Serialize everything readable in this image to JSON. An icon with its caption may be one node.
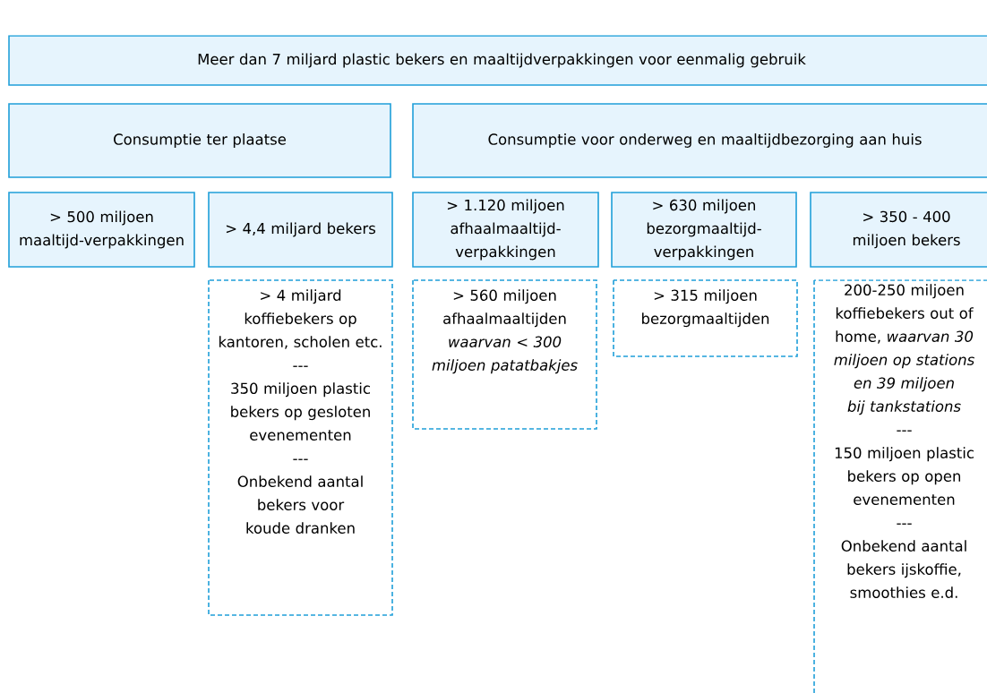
{
  "diagram": {
    "nodes": [
      {
        "text": [
          "Meer dan 7 miljard plastic bekers en maaltijdverpakkingen voor eenmalig gebruik"
        ]
      },
      {
        "text": [
          "Consumptie ter plaatse"
        ]
      },
      {
        "text": [
          "Consumptie voor onderweg en maaltijdbezorging aan huis"
        ]
      },
      {
        "text": [
          "> 500 miljoen maaltijd-verpakkingen"
        ]
      },
      {
        "text": [
          "> 4,4 miljard bekers"
        ]
      },
      {
        "text": [
          "> 1.120 miljoen afhaalmaaltijd-verpakkingen"
        ]
      },
      {
        "text": [
          "> 630 miljoen bezorgmaaltijd-verpakkingen"
        ]
      },
      {
        "text": [
          "> 350 - 400 miljoen bekers"
        ]
      },
      {
        "text": [
          "> 4 miljard koffiebekers op kantoren, scholen etc.",
          "---",
          "350 miljoen plastic bekers op gesloten evenementen",
          "---",
          "Onbekend aantal bekers voor koude dranken"
        ]
      },
      {
        "text": [
          "> 560 miljoen afhaalmaaltijden *waarvan < 300 miljoen patatbakjes*"
        ]
      },
      {
        "text": [
          "> 315 miljoen bezorgmaaltijden"
        ]
      },
      {
        "text": [
          "200-250 miljoen koffiebekers out of home, *waarvan 30 miljoen op stations en 39 miljoen bij tankstations*",
          "---",
          "150 miljoen plastic bekers op open evenementen",
          "---",
          "Onbekend aantal bekers ijskoffie, smoothies e.d."
        ]
      }
    ]
  }
}
